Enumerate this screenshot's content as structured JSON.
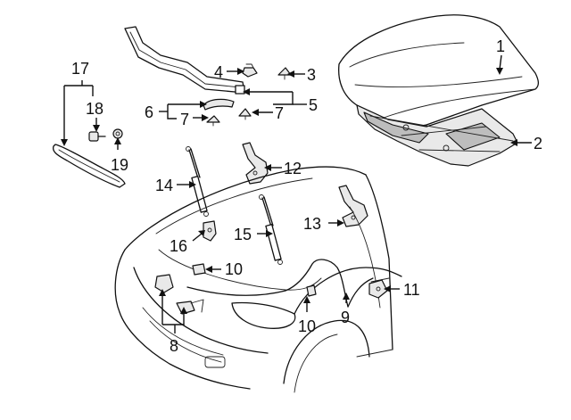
{
  "callouts": [
    {
      "id": "c1",
      "label": "1"
    },
    {
      "id": "c2",
      "label": "2"
    },
    {
      "id": "c3",
      "label": "3"
    },
    {
      "id": "c4",
      "label": "4"
    },
    {
      "id": "c5",
      "label": "5"
    },
    {
      "id": "c6",
      "label": "6"
    },
    {
      "id": "c7a",
      "label": "7"
    },
    {
      "id": "c7b",
      "label": "7"
    },
    {
      "id": "c8",
      "label": "8"
    },
    {
      "id": "c9",
      "label": "9"
    },
    {
      "id": "c10a",
      "label": "10"
    },
    {
      "id": "c10b",
      "label": "10"
    },
    {
      "id": "c11",
      "label": "11"
    },
    {
      "id": "c12",
      "label": "12"
    },
    {
      "id": "c13",
      "label": "13"
    },
    {
      "id": "c14",
      "label": "14"
    },
    {
      "id": "c15",
      "label": "15"
    },
    {
      "id": "c16",
      "label": "16"
    },
    {
      "id": "c17",
      "label": "17"
    },
    {
      "id": "c18",
      "label": "18"
    },
    {
      "id": "c19",
      "label": "19"
    }
  ]
}
